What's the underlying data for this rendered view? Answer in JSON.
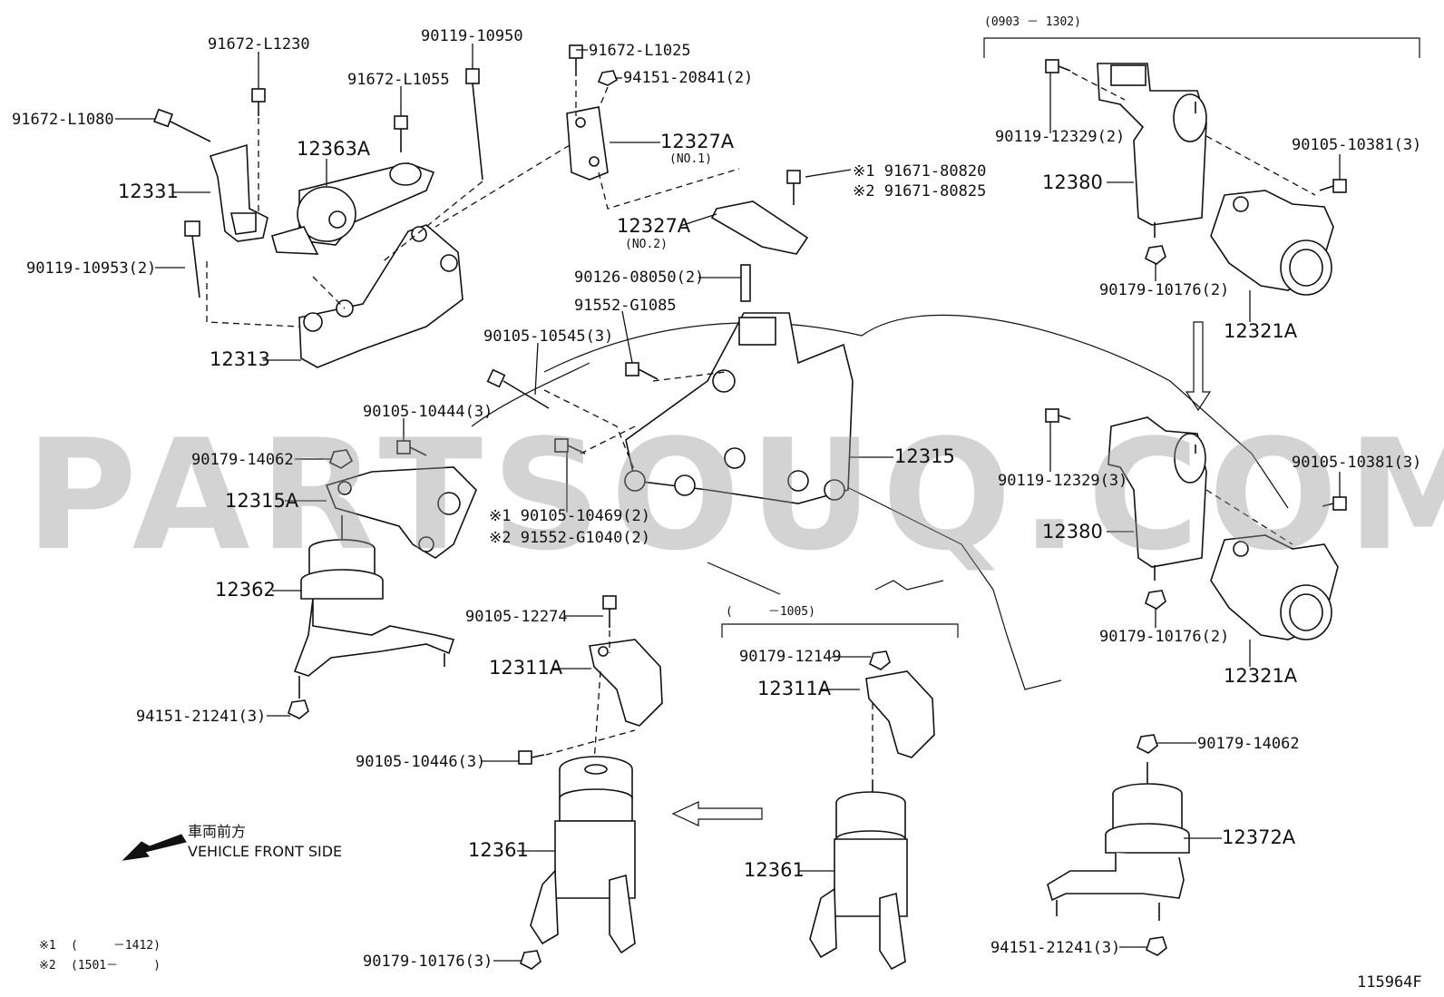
{
  "diagram_id": "115964F",
  "watermark": "PARTSOUQ.COM",
  "vehicle_front": {
    "jp": "車両前方",
    "en": "VEHICLE FRONT SIDE"
  },
  "footnotes": [
    {
      "mark": "※1",
      "range": "(　　　－1412)"
    },
    {
      "mark": "※2",
      "range": "(1501－　　　)"
    }
  ],
  "groups": {
    "upper_right": "(0903 － 1302)",
    "lower_middle": "(　　　－1005)"
  },
  "labels": {
    "l1": "91672-L1230",
    "l2": "90119-10950",
    "l3": "91672-L1025",
    "l4": "94151-20841(2)",
    "l5": "91672-L1055",
    "l6": "91672-L1080",
    "l7": "12363A",
    "l8": "12327A",
    "l9": "(NO.1)",
    "l10": "12331",
    "l11": "※1 91671-80820",
    "l12": "※2 91671-80825",
    "l13": "90119-10953(2)",
    "l14": "12327A",
    "l15": "(NO.2)",
    "l16": "90126-08050(2)",
    "l17": "91552-G1085",
    "l18": "12313",
    "l19": "90105-10545(3)",
    "l20": "90105-10444(3)",
    "l21": "12315",
    "l22": "90179-14062",
    "l23": "12315A",
    "l24": "※1 90105-10469(2)",
    "l25": "※2 91552-G1040(2)",
    "l26": "12362",
    "l27": "90105-12274",
    "l28": "12311A",
    "l29": "94151-21241(3)",
    "l30": "90105-10446(3)",
    "l31": "12361",
    "l32": "90179-10176(3)",
    "l33": "90179-12149",
    "l34": "12311A",
    "l35": "12361",
    "l36": "90119-12329(2)",
    "l37": "90105-10381(3)",
    "l38": "12380",
    "l39": "90179-10176(2)",
    "l40": "12321A",
    "l41": "90119-12329(3)",
    "l42": "90105-10381(3)",
    "l43": "12380",
    "l44": "90179-10176(2)",
    "l45": "12321A",
    "l46": "90179-14062",
    "l47": "12372A",
    "l48": "94151-21241(3)"
  }
}
